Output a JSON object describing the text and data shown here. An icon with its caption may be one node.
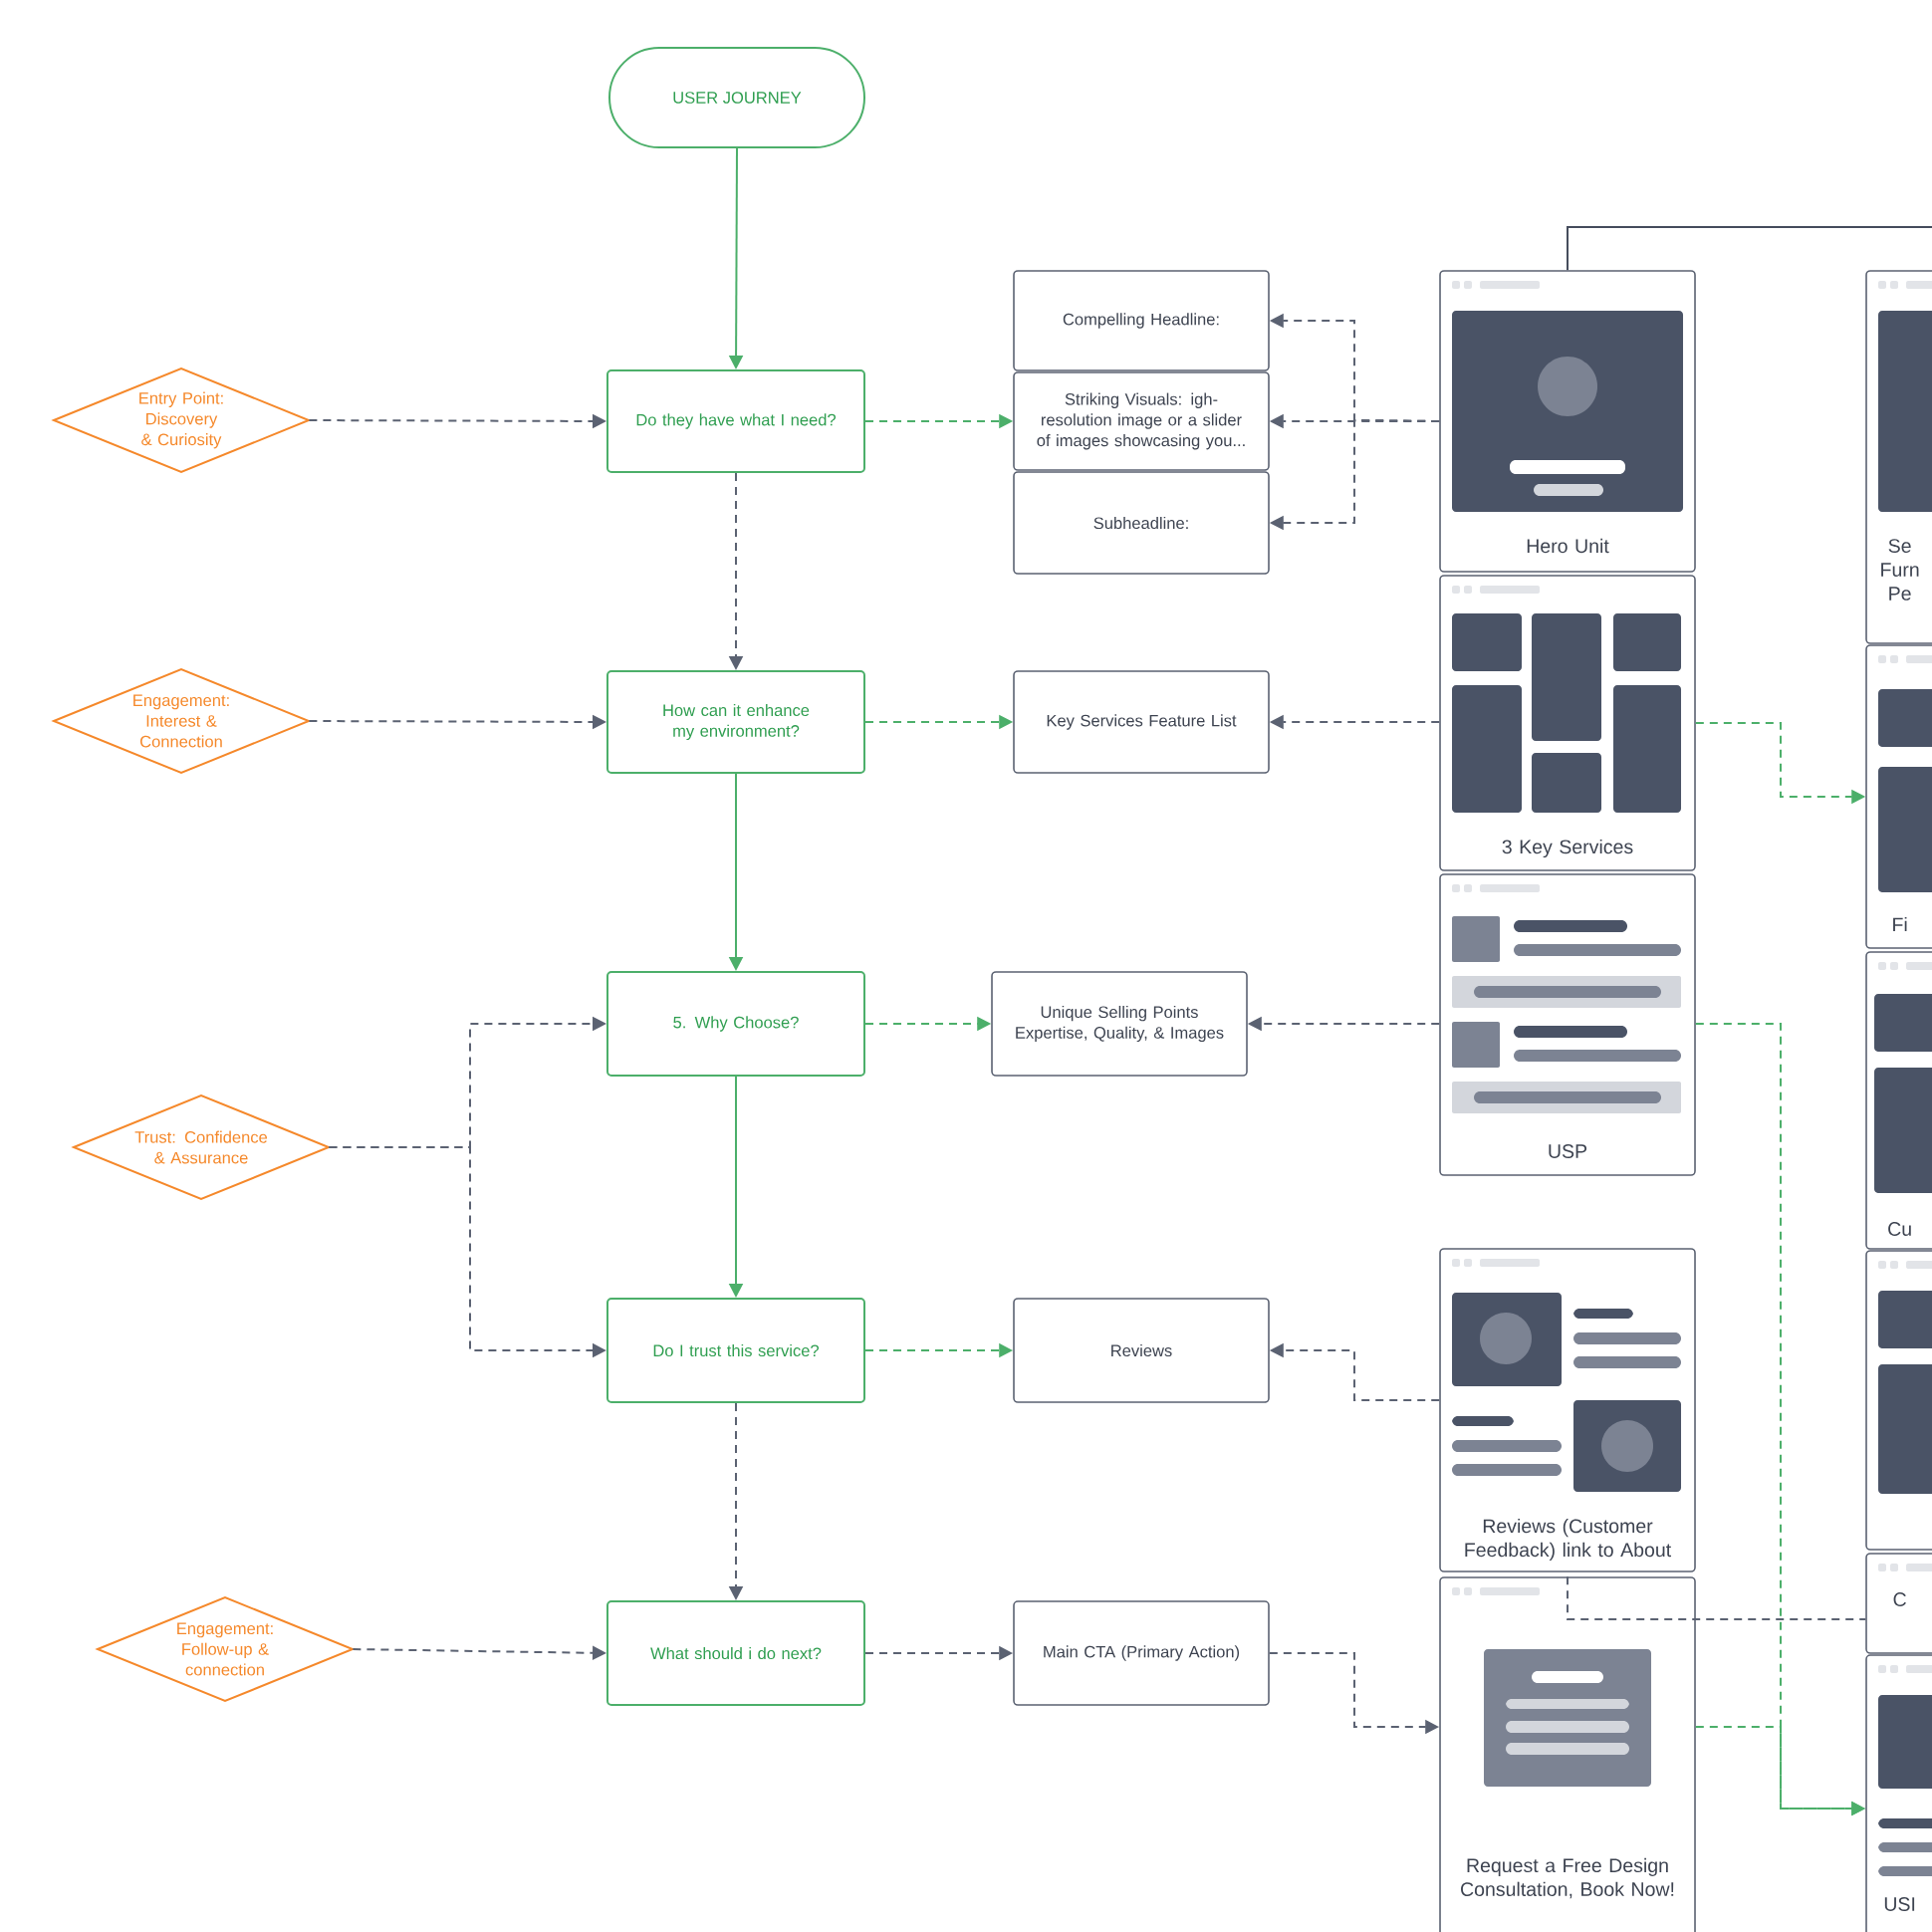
{
  "diagram": {
    "nodes": [
      {
        "text": [
          "USER JOURNEY"
        ]
      },
      {
        "text": [
          "Entry Point: Discovery & Curiosity"
        ]
      },
      {
        "text": [
          "Do they have what I need?"
        ]
      },
      {
        "text": [
          "Compelling Headline:"
        ]
      },
      {
        "text": [
          "Striking Visuals: igh-resolution image or a slider of images showcasing you..."
        ]
      },
      {
        "text": [
          "Subheadline:"
        ]
      },
      {
        "text": [
          "Hero Unit"
        ]
      },
      {
        "text": [
          "Se Furn Pe"
        ]
      },
      {
        "text": [
          "Engagement: Interest & Connection"
        ]
      },
      {
        "text": [
          "How can it enhance my environment?"
        ]
      },
      {
        "text": [
          "Key Services Feature List"
        ]
      },
      {
        "text": [
          "3 Key Services"
        ]
      },
      {
        "text": [
          "Fi"
        ]
      },
      {
        "text": [
          "Trust: Confidence & Assurance"
        ]
      },
      {
        "text": [
          "5. Why Choose?"
        ]
      },
      {
        "text": [
          "Unique Selling Points Expertise, Quality, & Images"
        ]
      },
      {
        "text": [
          "USP"
        ]
      },
      {
        "text": [
          "Cu"
        ]
      },
      {
        "text": [
          "Do I trust this service?"
        ]
      },
      {
        "text": [
          "Reviews"
        ]
      },
      {
        "text": [
          "Reviews (Customer Feedback) link to About"
        ]
      },
      {
        "text": [],
        "shape": "box"
      },
      {
        "text": [
          "C"
        ]
      },
      {
        "text": [
          "Engagement: Follow-up & connection"
        ]
      },
      {
        "text": [
          "What should i do next?"
        ]
      },
      {
        "text": [
          "Main CTA (Primary Action)"
        ]
      },
      {
        "text": [
          "Request a Free Design Consultation, Book Now!"
        ]
      },
      {
        "text": [
          "USI"
        ]
      }
    ],
    "edges": [
      {
        "from": 0,
        "to": 2,
        "arrow": "to",
        "color": "#4caf6a"
      },
      {
        "from": 1,
        "to": 2,
        "arrow": "to",
        "style": "dashed"
      },
      {
        "from": 2,
        "to": 4,
        "arrow": "to",
        "style": "dashed",
        "color": "#4caf6a"
      },
      {
        "from": 6,
        "to": 3,
        "arrow": "to",
        "style": "dashed"
      },
      {
        "from": 6,
        "to": 4,
        "arrow": "to",
        "style": "dashed"
      },
      {
        "from": 6,
        "to": 5,
        "arrow": "to",
        "style": "dashed"
      },
      {
        "from": 2,
        "to": 9,
        "arrow": "to",
        "style": "dashed"
      },
      {
        "from": 8,
        "to": 9,
        "arrow": "to",
        "style": "dashed"
      },
      {
        "from": 9,
        "to": 10,
        "arrow": "to",
        "style": "dashed",
        "color": "#4caf6a"
      },
      {
        "from": 11,
        "to": 10,
        "arrow": "to",
        "style": "dashed"
      },
      {
        "from": 11,
        "to": 12,
        "arrow": "to",
        "style": "dashed",
        "color": "#4caf6a"
      },
      {
        "from": 9,
        "to": 14,
        "arrow": "to",
        "color": "#4caf6a"
      },
      {
        "from": 13,
        "to": 14,
        "arrow": "to",
        "style": "dashed"
      },
      {
        "from": 13,
        "to": 18,
        "arrow": "to",
        "style": "dashed"
      },
      {
        "from": 14,
        "to": 15,
        "arrow": "to",
        "style": "dashed",
        "color": "#4caf6a"
      },
      {
        "from": 16,
        "to": 15,
        "arrow": "to",
        "style": "dashed"
      },
      {
        "from": 16,
        "to": 27,
        "arrow": "to",
        "style": "dashed",
        "color": "#4caf6a"
      },
      {
        "from": 14,
        "to": 18,
        "arrow": "to",
        "color": "#4caf6a"
      },
      {
        "from": 18,
        "to": 19,
        "arrow": "to",
        "style": "dashed",
        "color": "#4caf6a"
      },
      {
        "from": 20,
        "to": 19,
        "arrow": "to",
        "style": "dashed"
      },
      {
        "from": 18,
        "to": 24,
        "arrow": "to",
        "style": "dashed"
      },
      {
        "from": 23,
        "to": 24,
        "arrow": "to",
        "style": "dashed"
      },
      {
        "from": 24,
        "to": 25,
        "arrow": "to",
        "style": "dashed"
      },
      {
        "from": 25,
        "to": 26,
        "arrow": "to",
        "style": "dashed"
      },
      {
        "from": 26,
        "to": 27,
        "arrow": "to",
        "style": "dashed",
        "color": "#4caf6a"
      },
      {
        "from": 6,
        "to": null,
        "arrow": "none",
        "color": "#454c5c"
      },
      {
        "from": 26,
        "to": 22,
        "arrow": "none",
        "style": "dashed"
      }
    ]
  }
}
